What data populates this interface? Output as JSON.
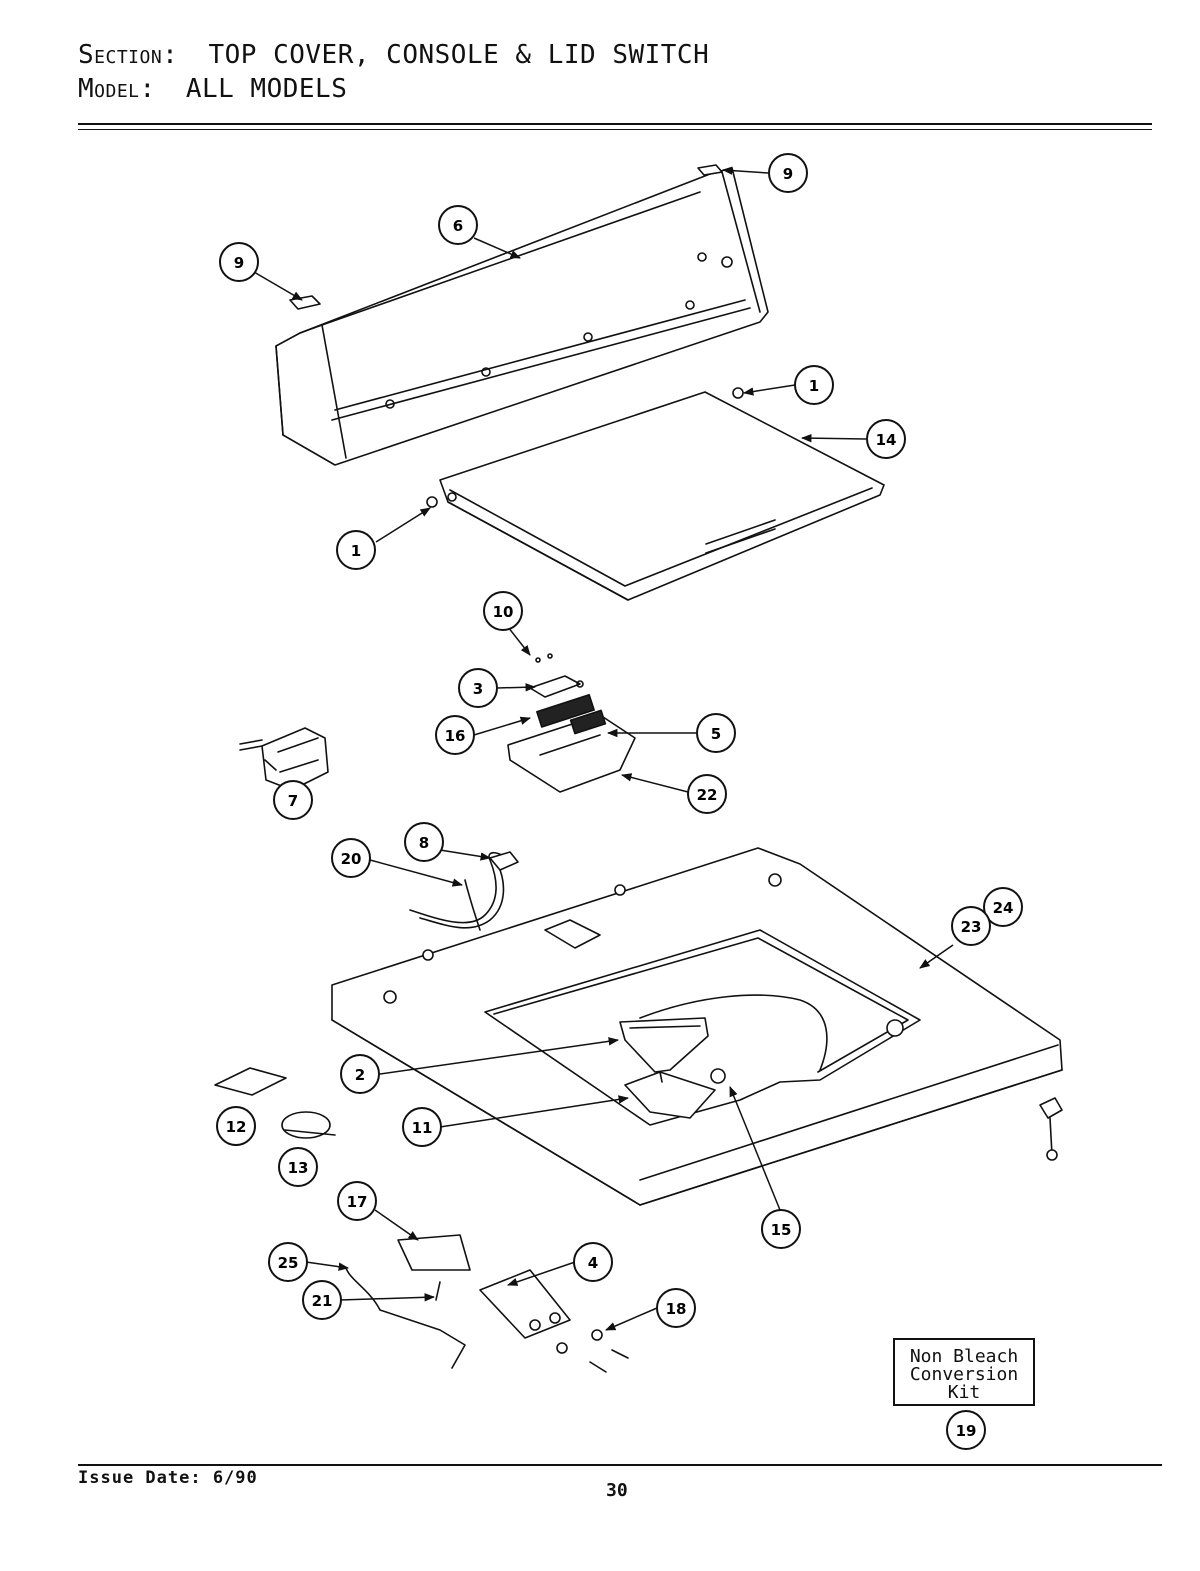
{
  "header": {
    "section_key": "Section:",
    "section_value": "TOP COVER, CONSOLE & LID SWITCH",
    "model_key": "Model:",
    "model_value": "ALL MODELS"
  },
  "kit_box": {
    "line1": "Non Bleach",
    "line2": "Conversion",
    "line3": "Kit"
  },
  "footer": {
    "issue_date": "Issue Date: 6/90",
    "page_number": "30"
  },
  "callouts": [
    {
      "id": "c9a",
      "label": "9"
    },
    {
      "id": "c6",
      "label": "6"
    },
    {
      "id": "c9b",
      "label": "9"
    },
    {
      "id": "c1a",
      "label": "1"
    },
    {
      "id": "c14",
      "label": "14"
    },
    {
      "id": "c1b",
      "label": "1"
    },
    {
      "id": "c10",
      "label": "10"
    },
    {
      "id": "c3",
      "label": "3"
    },
    {
      "id": "c16",
      "label": "16"
    },
    {
      "id": "c5",
      "label": "5"
    },
    {
      "id": "c22",
      "label": "22"
    },
    {
      "id": "c7",
      "label": "7"
    },
    {
      "id": "c8",
      "label": "8"
    },
    {
      "id": "c20",
      "label": "20"
    },
    {
      "id": "c24",
      "label": "24"
    },
    {
      "id": "c23",
      "label": "23"
    },
    {
      "id": "c2",
      "label": "2"
    },
    {
      "id": "c11",
      "label": "11"
    },
    {
      "id": "c12",
      "label": "12"
    },
    {
      "id": "c13",
      "label": "13"
    },
    {
      "id": "c15",
      "label": "15"
    },
    {
      "id": "c17",
      "label": "17"
    },
    {
      "id": "c25",
      "label": "25"
    },
    {
      "id": "c21",
      "label": "21"
    },
    {
      "id": "c4",
      "label": "4"
    },
    {
      "id": "c18",
      "label": "18"
    },
    {
      "id": "c19",
      "label": "19"
    }
  ]
}
